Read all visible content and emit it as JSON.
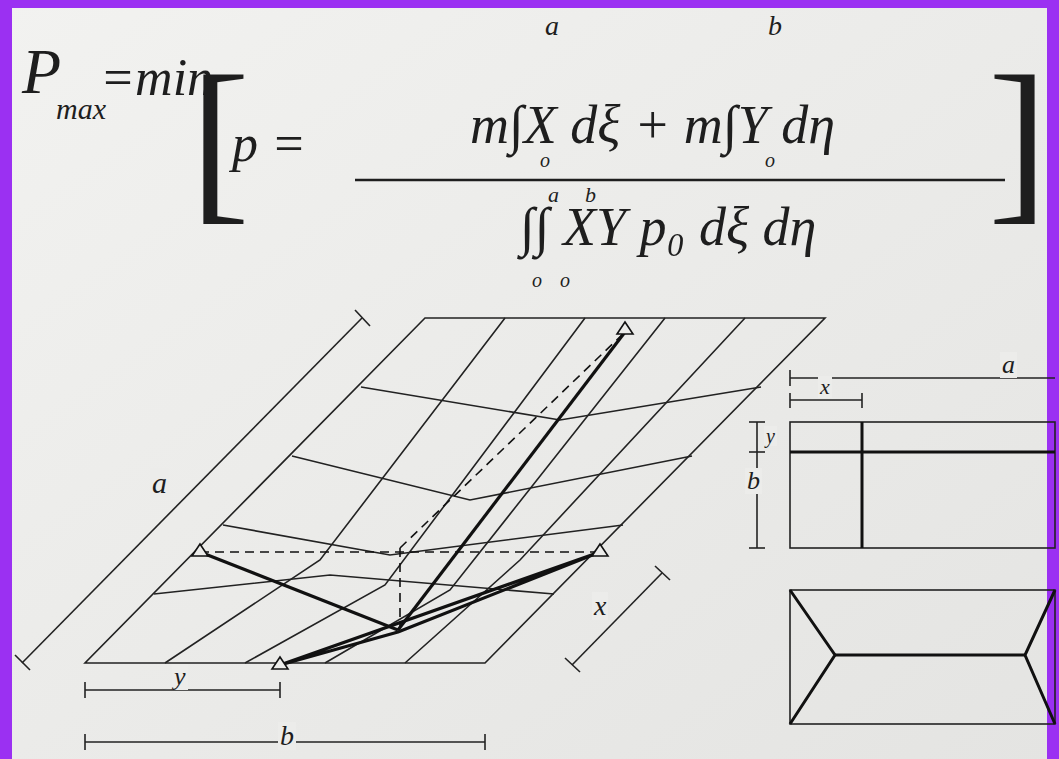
{
  "diagram": {
    "labels": [
      "P",
      "max",
      "=min",
      "[",
      "p =",
      "a",
      "o",
      "b",
      "o",
      "m∫X dξ + m∫Y dη",
      "a",
      "b",
      "o",
      "o",
      "∫∫ XY p₀ dξ dη",
      "]",
      "a",
      "x",
      "y",
      "b",
      "a",
      "x",
      "y",
      "b"
    ]
  }
}
